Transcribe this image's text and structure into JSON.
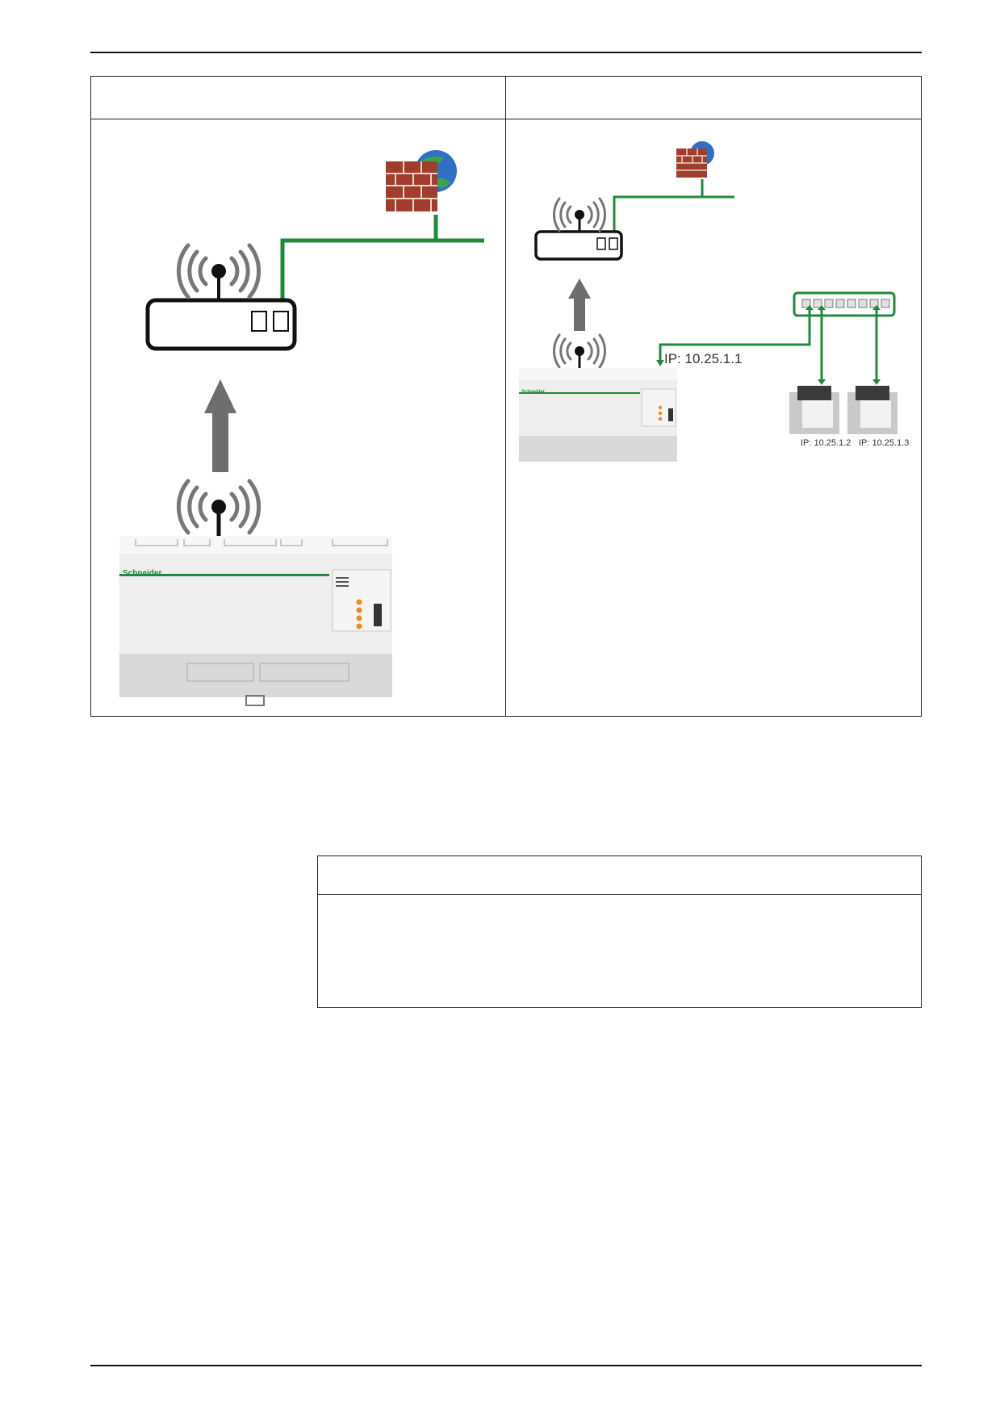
{
  "colors": {
    "network": "#1f8a3c",
    "arrow": "#6e6e6e",
    "border": "#222222"
  },
  "left_panel": {
    "brand_text": "Schneider"
  },
  "right_panel": {
    "logger_ip": "IP: 10.25.1.1",
    "meter1_ip": "IP: 10.25.1.2",
    "meter2_ip": "IP: 10.25.1.3",
    "brand_text": "Schneider"
  }
}
